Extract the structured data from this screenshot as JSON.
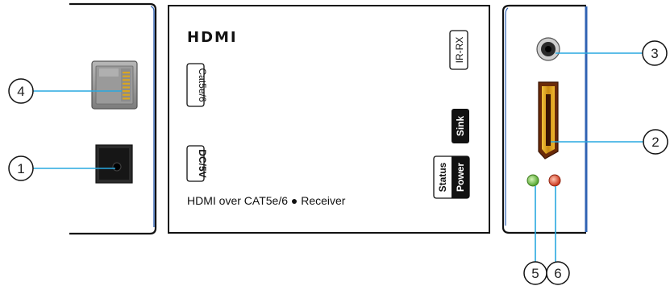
{
  "center_panel": {
    "brand_logo": "HDMI",
    "port_labels": {
      "cat": "Cat5e/6",
      "dc": "DC/5V",
      "ir": "IR-RX",
      "sink": "Sink",
      "status": "Status",
      "power": "Power"
    },
    "product_name": "HDMI over CAT5e/6 ● Receiver"
  },
  "callouts": [
    {
      "id": "1",
      "label": "1"
    },
    {
      "id": "2",
      "label": "2"
    },
    {
      "id": "3",
      "label": "3"
    },
    {
      "id": "4",
      "label": "4"
    },
    {
      "id": "5",
      "label": "5"
    },
    {
      "id": "6",
      "label": "6"
    }
  ],
  "colors": {
    "panel_border": "#111111",
    "panel_shadow": "#2f62b3",
    "leader_line": "#29a8e0",
    "rj45_pins": "#d9a521",
    "led_green": "#6cc24a",
    "led_red": "#e04a2f"
  }
}
